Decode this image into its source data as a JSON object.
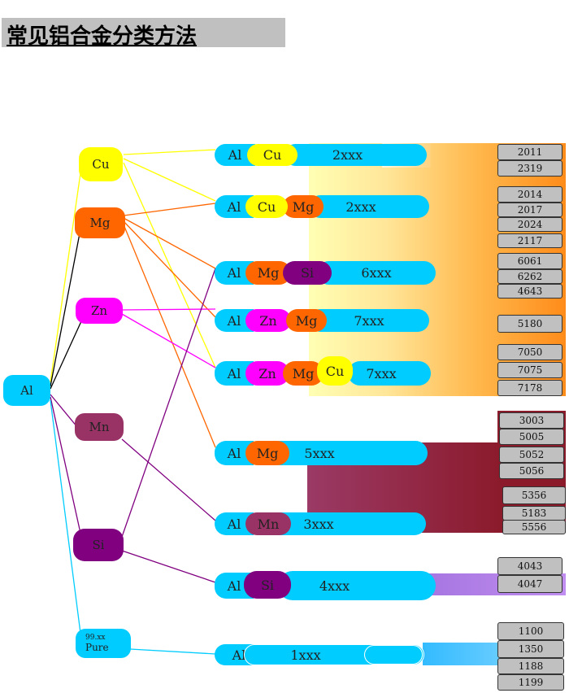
{
  "title": "常见铝合金分类方法",
  "root": "Al",
  "elements": {
    "cu": "Cu",
    "mg": "Mg",
    "zn": "Zn",
    "mn": "Mn",
    "si": "Si",
    "pure_top": "99.xx",
    "pure_bottom": "Pure"
  },
  "series_rows": [
    {
      "al": "Al",
      "parts": [
        "Cu"
      ],
      "series": "2xxx",
      "codes": [
        "2011",
        "2319"
      ]
    },
    {
      "al": "Al",
      "parts": [
        "Cu",
        "Mg"
      ],
      "series": "2xxx",
      "codes": [
        "2014",
        "2017",
        "2024",
        "2117"
      ]
    },
    {
      "al": "Al",
      "parts": [
        "Mg",
        "Si"
      ],
      "series": "6xxx",
      "codes": [
        "6061",
        "6262",
        "4643"
      ]
    },
    {
      "al": "Al",
      "parts": [
        "Zn",
        "Mg"
      ],
      "series": "7xxx",
      "codes": [
        "5180"
      ]
    },
    {
      "al": "Al",
      "parts": [
        "Zn",
        "Mg",
        "Cu"
      ],
      "series": "7xxx",
      "codes": [
        "7050",
        "7075",
        "7178"
      ]
    },
    {
      "al": "Al",
      "parts": [
        "Mg"
      ],
      "series": "5xxx",
      "codes": [
        "3003",
        "5005",
        "5052",
        "5056"
      ]
    },
    {
      "al": "Al",
      "parts": [
        "Mn"
      ],
      "series": "3xxx",
      "codes": [
        "5356",
        "5183",
        "5556"
      ]
    },
    {
      "al": "Al",
      "parts": [
        "Si"
      ],
      "series": "4xxx",
      "codes": [
        "4043",
        "4047"
      ]
    },
    {
      "al": "Al",
      "parts": [],
      "series": "1xxx",
      "codes": [
        "1100",
        "1350",
        "1188",
        "1199"
      ]
    }
  ],
  "colors": {
    "cu": "#ffff00",
    "mg": "#ff6600",
    "zn": "#ff00ff",
    "mn": "#993366",
    "si": "#800080",
    "al": "#00ccff",
    "code_bg": "#c0c0c0",
    "band_orange": "#ff8c1a",
    "band_maroon": "#8b1a2b",
    "band_purple": "#c08ef0",
    "band_blue": "#66ccff"
  }
}
